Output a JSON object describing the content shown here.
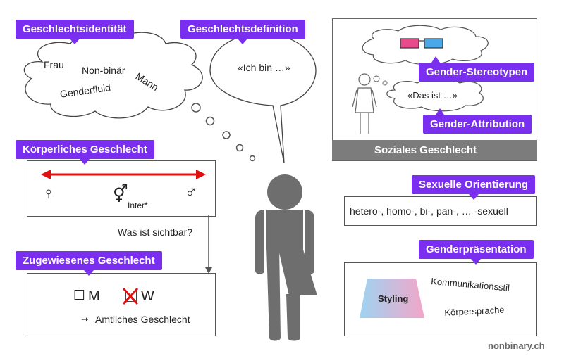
{
  "labels": {
    "geschlechtsidentitaet": "Geschlechtsidentität",
    "geschlechtsdefinition": "Geschlechtsdefinition",
    "koerperliches": "Körperliches Geschlecht",
    "zugewiesenes": "Zugewiesenes Geschlecht",
    "gender_stereotypen": "Gender-Stereotypen",
    "gender_attribution": "Gender-Attribution",
    "sexuelle_orientierung": "Sexuelle Orientierung",
    "genderpraesentation": "Genderpräsentation",
    "soziales": "Soziales Geschlecht"
  },
  "identity_cloud": {
    "words": [
      "Frau",
      "Non-binär",
      "Mann",
      "Genderfluid"
    ]
  },
  "definition_bubble": {
    "text": "«Ich bin …»"
  },
  "attribution_bubble": {
    "text": "«Das ist …»"
  },
  "body_sex": {
    "female_symbol": "♀",
    "inter_symbol": "⚥",
    "inter_label": "Inter*",
    "male_symbol": "♂",
    "arrow_color": "#e01010"
  },
  "visible_question": "Was ist sichtbar?",
  "assigned": {
    "box_m": "☐",
    "m_label": "M",
    "w_label": "W",
    "arrow": "➙",
    "official_label": "Amtliches Geschlecht"
  },
  "orientation": {
    "text": "hetero-, homo-, bi-, pan-, … -sexuell"
  },
  "presentation": {
    "styling": "Styling",
    "communication": "Kommunikationsstil",
    "body_language": "Körpersprache"
  },
  "footer": {
    "site": "nonbinary.ch"
  },
  "colors": {
    "accent": "#7a2ff0",
    "figure": "#6e6e6e",
    "social_bar": "#7c7c7c",
    "glasses_pink": "#e84a8c",
    "glasses_blue": "#4aa8e8"
  }
}
